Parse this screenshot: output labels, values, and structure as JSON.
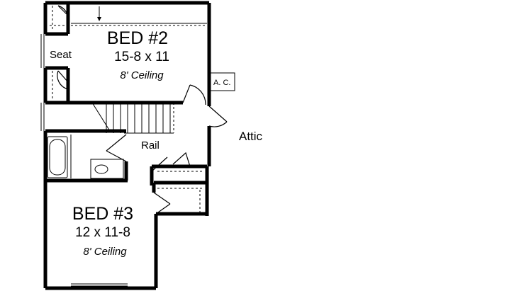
{
  "rooms": {
    "bed2": {
      "name": "BED #2",
      "dimensions": "15-8 x 11",
      "ceiling": "8' Ceiling"
    },
    "bed3": {
      "name": "BED #3",
      "dimensions": "12 x 11-8",
      "ceiling": "8' Ceiling"
    }
  },
  "labels": {
    "seat": "Seat",
    "rail": "Rail",
    "attic": "Attic",
    "ac": "A. C."
  }
}
